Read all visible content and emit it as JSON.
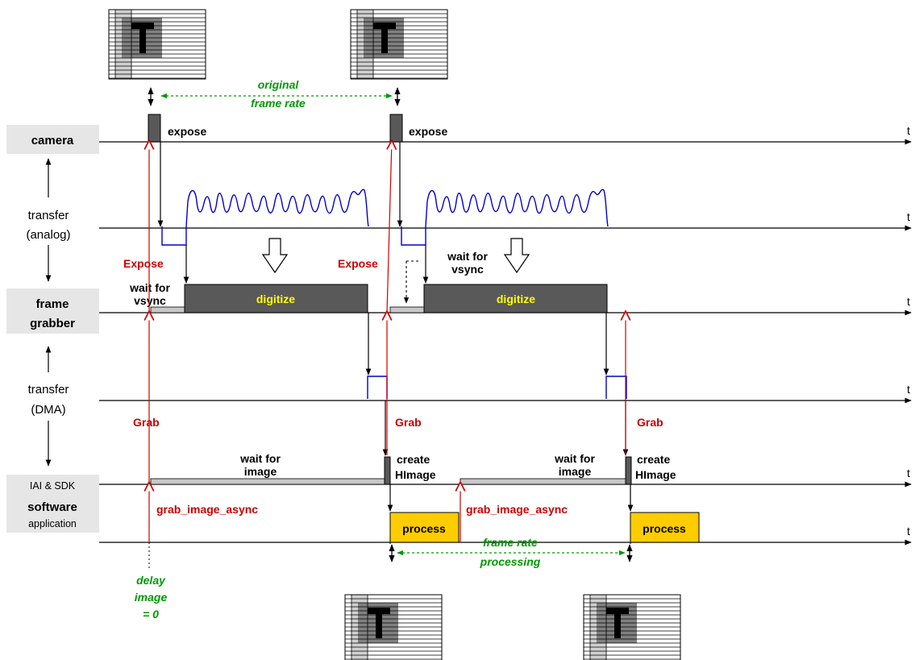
{
  "row_labels": {
    "camera": "camera",
    "transfer_analog": [
      "transfer",
      "(analog)"
    ],
    "frame_grabber": [
      "frame",
      "grabber"
    ],
    "transfer_dma": [
      "transfer",
      "(DMA)"
    ],
    "iai_sdk": "IAI & SDK",
    "software": "software",
    "application": "application"
  },
  "time_axis_label": "t",
  "bars": {
    "expose": "expose",
    "digitize": "digitize",
    "process": "process",
    "wait_vsync": [
      "wait for",
      "vsync"
    ],
    "wait_image": [
      "wait for",
      "image"
    ],
    "create_himage": [
      "create",
      "HImage"
    ]
  },
  "signals": {
    "expose": "Expose",
    "grab": "Grab",
    "grab_image_async": "grab_image_async"
  },
  "annotations": {
    "original_frame_rate": [
      "original",
      "frame rate"
    ],
    "frame_rate_processing": [
      "frame rate",
      "processing"
    ],
    "delay_image": [
      "delay",
      "image",
      "= 0"
    ]
  },
  "colors": {
    "red": "#cc0000",
    "green": "#009900",
    "blue": "#0000cc",
    "dark_bar": "#595959",
    "light_bar": "#c8c8c8",
    "yellow_bar": "#ffcc00",
    "yellow_text": "#ffff00",
    "label_bg": "#e6e6e6"
  }
}
